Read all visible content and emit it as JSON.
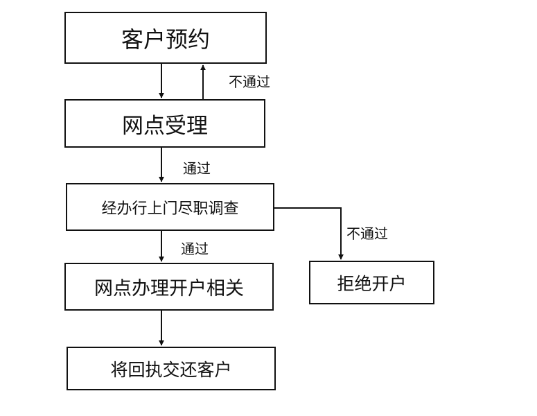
{
  "nodes": {
    "yuyue": "客户预约",
    "shouli": "网点受理",
    "diaocha": "经办行上门尽职调查",
    "banli": "网点办理开户相关",
    "jujue": "拒绝开户",
    "huizhi": "将回执交还客户"
  },
  "edges": {
    "shouli_to_yuyue": "不通过",
    "shouli_to_diaocha": "通过",
    "diaocha_to_banli": "通过",
    "diaocha_to_jujue": "不通过"
  }
}
